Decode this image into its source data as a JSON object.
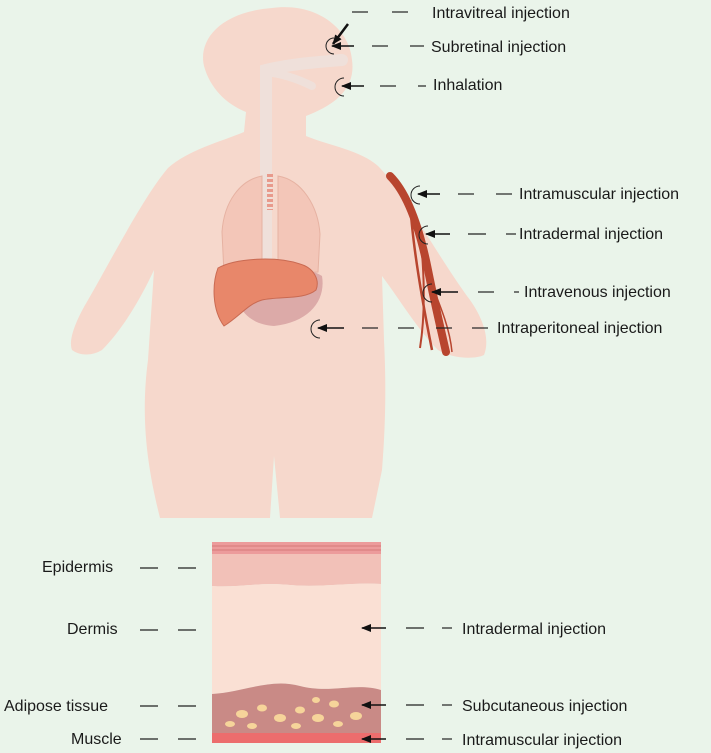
{
  "body_routes": [
    {
      "label": "Intravitreal injection"
    },
    {
      "label": "Subretinal injection"
    },
    {
      "label": "Inhalation"
    },
    {
      "label": "Intramuscular injection"
    },
    {
      "label": "Intradermal injection"
    },
    {
      "label": "Intravenous injection"
    },
    {
      "label": "Intraperitoneal injection"
    }
  ],
  "skin_layers": [
    {
      "label": "Epidermis"
    },
    {
      "label": "Dermis"
    },
    {
      "label": "Adipose tissue"
    },
    {
      "label": "Muscle"
    }
  ],
  "skin_routes": [
    {
      "label": "Intradermal injection"
    },
    {
      "label": "Subcutaneous injection"
    },
    {
      "label": "Intramuscular injection"
    }
  ],
  "colors": {
    "background": "#eaf4ea",
    "body": "#f6d8cc",
    "organ": "#e8876a",
    "vein": "#b8452e",
    "epidermis": "#f2c1b8",
    "dermis": "#fae0d4",
    "adipose": "#c98a86",
    "fat_cell": "#f6d49a",
    "muscle": "#ec6d6d"
  }
}
